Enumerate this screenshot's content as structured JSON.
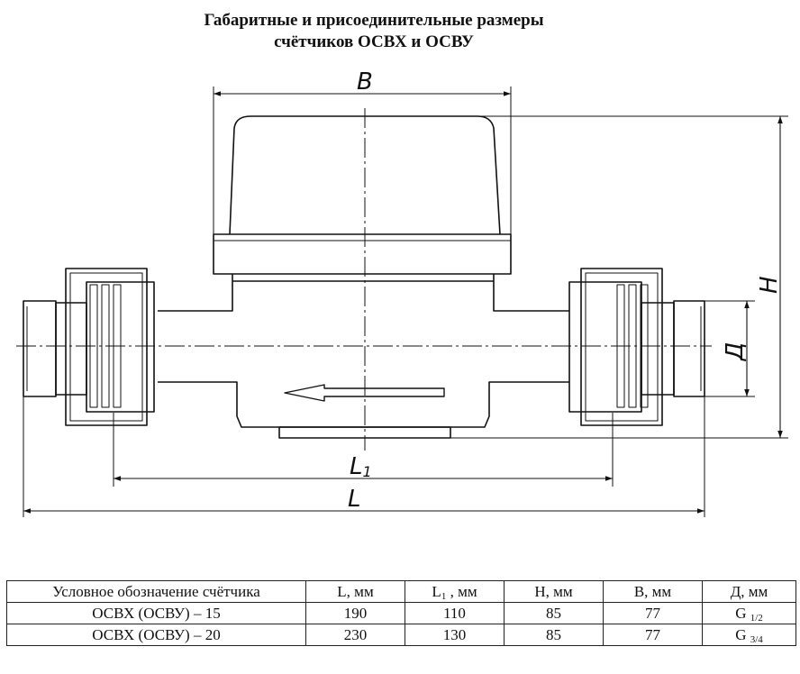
{
  "title": {
    "line1": "Габаритные и присоединительные размеры",
    "line2": "счётчиков ОСВХ и ОСВУ"
  },
  "dimension_labels": {
    "B": "B",
    "H": "H",
    "D": "Д",
    "L1_main": "L",
    "L1_sub": "1",
    "L": "L"
  },
  "table": {
    "headers": [
      {
        "main": "Условное обозначение счётчика",
        "sub": "",
        "tail": ""
      },
      {
        "main": "L, мм",
        "sub": "",
        "tail": ""
      },
      {
        "main": "L",
        "sub": "1",
        "tail": " , мм"
      },
      {
        "main": "H, мм",
        "sub": "",
        "tail": ""
      },
      {
        "main": "B, мм",
        "sub": "",
        "tail": ""
      },
      {
        "main": "Д, мм",
        "sub": "",
        "tail": ""
      }
    ],
    "rows": [
      {
        "name": "ОСВХ (ОСВУ) – 15",
        "L": "190",
        "L1": "110",
        "H": "85",
        "B": "77",
        "D_main": "G",
        "D_sub": "1/2"
      },
      {
        "name": "ОСВХ (ОСВУ) – 20",
        "L": "230",
        "L1": "130",
        "H": "85",
        "B": "77",
        "D_main": "G",
        "D_sub": "3/4"
      }
    ]
  }
}
